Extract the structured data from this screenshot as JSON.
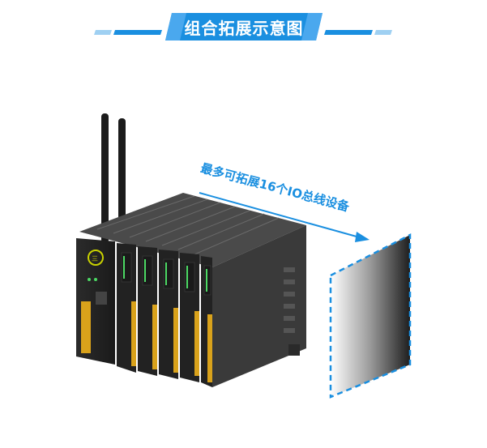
{
  "banner": {
    "title": "组合拓展示意图",
    "accent_color": "#1a8fe0"
  },
  "caption": {
    "text": "最多可拓展16个IO总线设备"
  },
  "device": {
    "icon": "plc-controller-icon",
    "antenna_count": 2,
    "io_module_count": 5
  },
  "expansion_slot": {
    "icon": "expansion-placeholder-icon"
  }
}
